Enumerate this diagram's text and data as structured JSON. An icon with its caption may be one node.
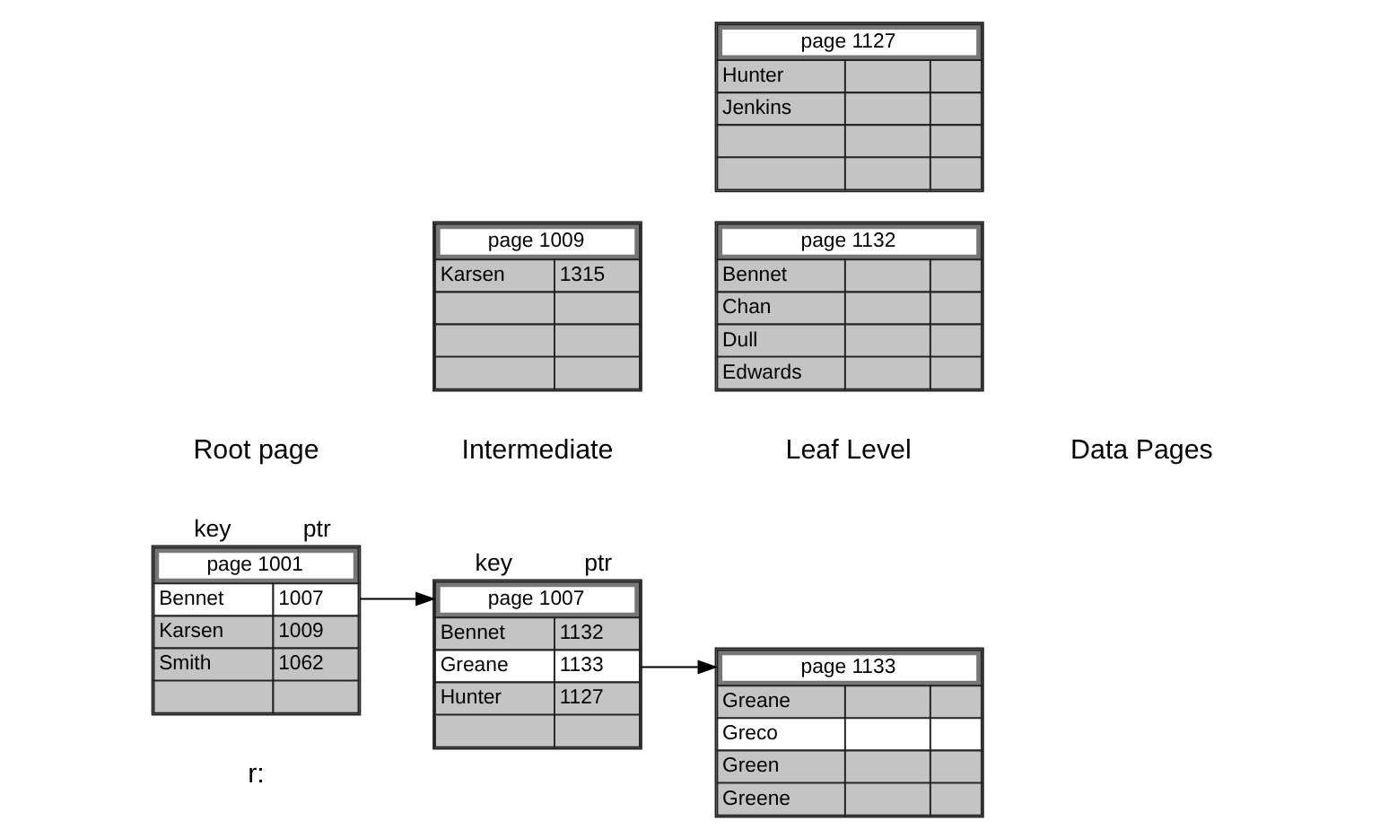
{
  "diagram": {
    "nodes": [
      {
        "text": [
          "key",
          "ptr",
          "page 1001",
          "Bennet",
          "1007",
          "Karsen",
          "1009",
          "Smith",
          "1062"
        ]
      },
      {
        "text": [
          "key",
          "ptr",
          "page 1007",
          "Bennet",
          "1132",
          "Greane",
          "1133",
          "Hunter",
          "1127"
        ]
      },
      {
        "text": [
          "page 1009",
          "Karsen",
          "1315"
        ]
      },
      {
        "text": [
          "page 1132",
          "Bennet",
          "Chan",
          "Dull",
          "Edwards"
        ]
      },
      {
        "text": [
          "page 1133",
          "Greane",
          "Greco",
          "Green",
          "Greene"
        ]
      },
      {
        "text": [
          "page 1127",
          "Hunter",
          "Jenkins"
        ]
      }
    ],
    "edges": [
      {
        "from": 0,
        "to": 1,
        "arrow": "to"
      },
      {
        "from": 1,
        "to": 4,
        "arrow": "to"
      }
    ],
    "labels": [
      "r:",
      "Root page",
      "Intermediate",
      "Leaf Level",
      "Data Pages"
    ]
  }
}
